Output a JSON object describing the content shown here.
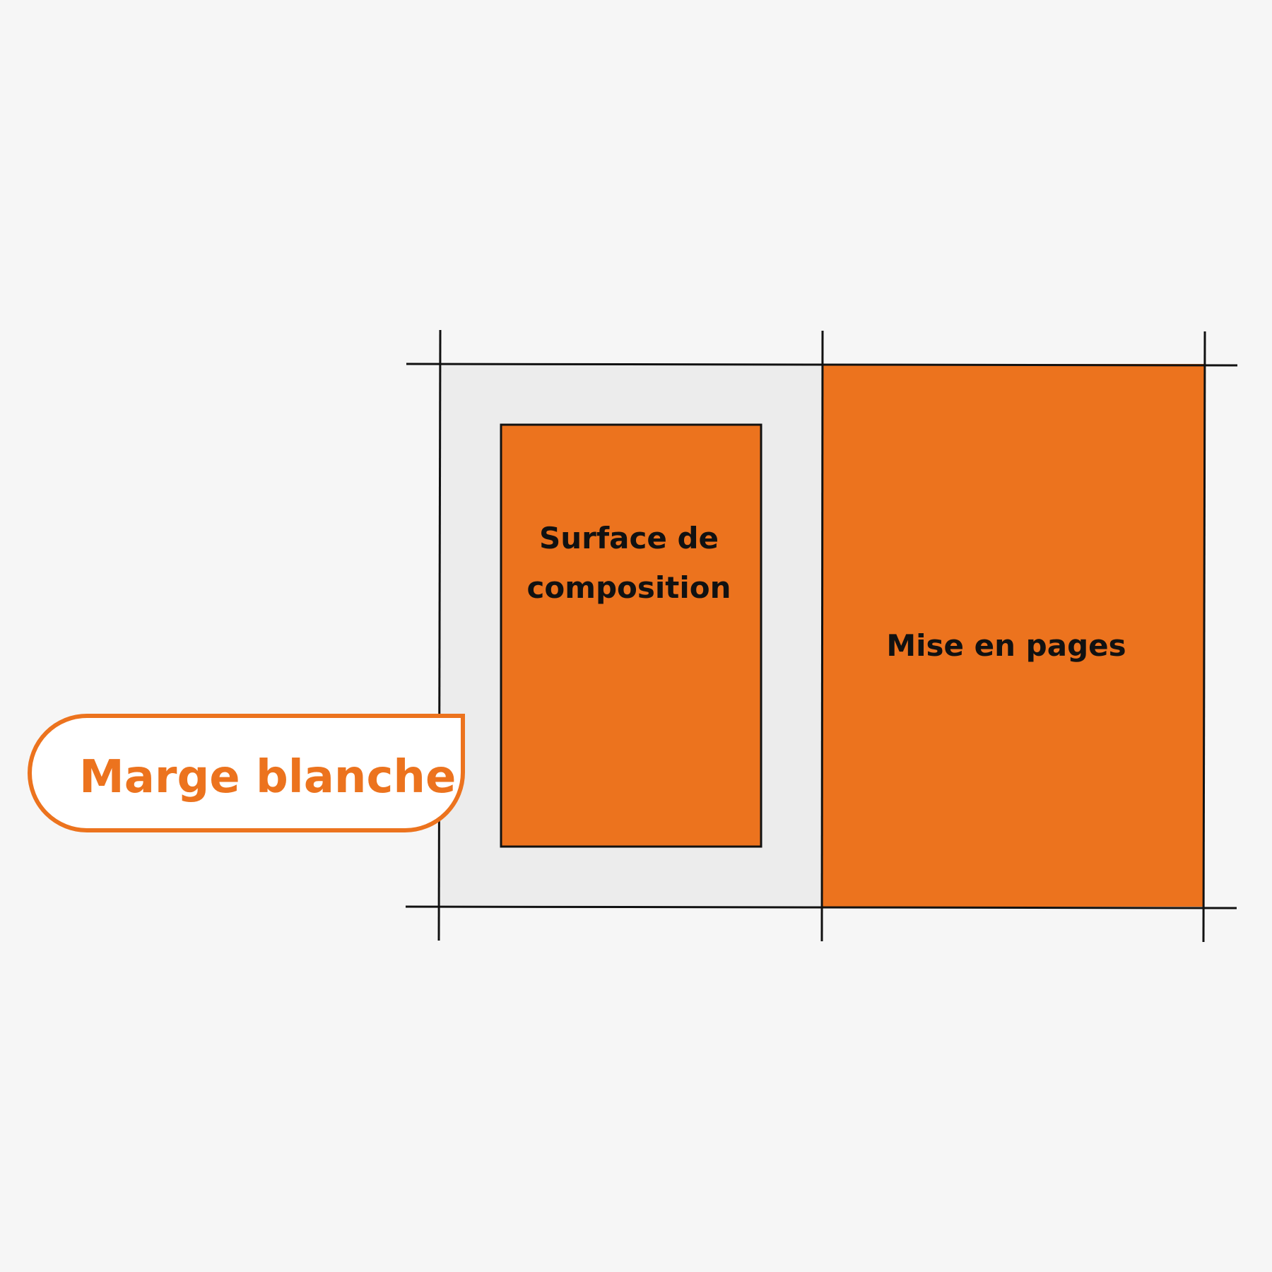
{
  "diagram": {
    "composition_label": {
      "line1": "Surface de",
      "line2": "composition"
    },
    "layout_label": "Mise en pages",
    "margin_label": "Marge blanche"
  },
  "colors": {
    "background": "#f6f6f6",
    "page_gray": "#ececec",
    "accent_orange": "#ec731e",
    "label_fill": "#ffffff",
    "line_black": "#111111"
  }
}
